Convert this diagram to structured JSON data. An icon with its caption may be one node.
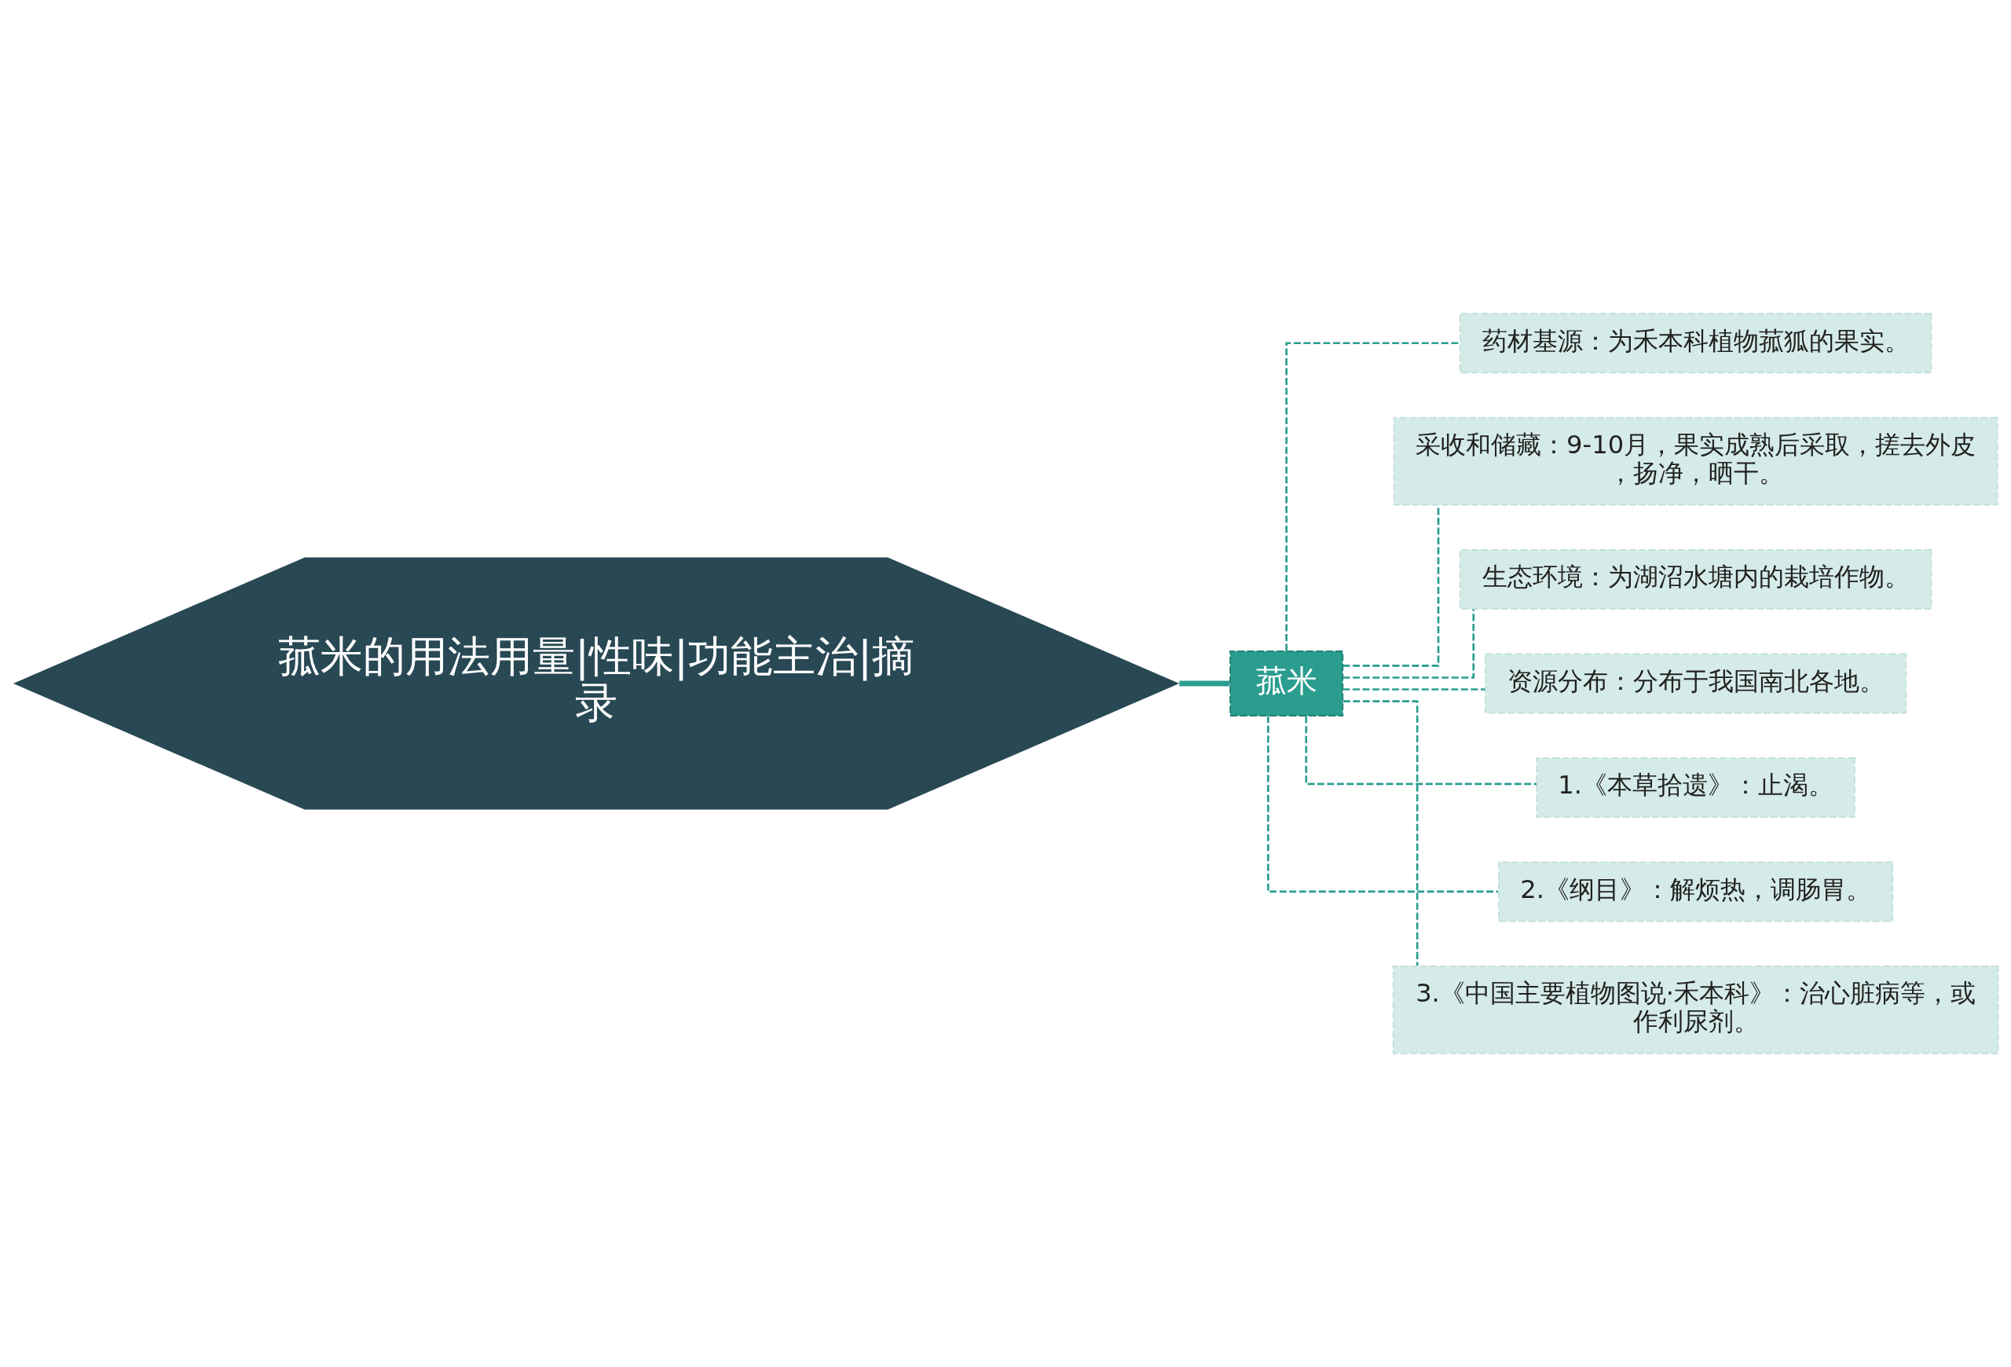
{
  "diagram": {
    "nodes": [
      {
        "text": [
          "菰米的用法用量|性味|功能主治|摘录"
        ]
      },
      {
        "text": [
          "菰米"
        ]
      },
      {
        "text": [
          "药材基源：为禾本科植物菰狐的果实。"
        ]
      },
      {
        "text": [
          "采收和储藏：9-10月，果实成熟后采取，搓去外皮，扬净，晒干。"
        ]
      },
      {
        "text": [
          "生态环境：为湖沼水塘内的栽培作物。"
        ]
      },
      {
        "text": [
          "资源分布：分布于我国南北各地。"
        ]
      },
      {
        "text": [
          "1.《本草拾遗》：止渴。"
        ]
      },
      {
        "text": [
          "2.《纲目》：解烦热，调肠胃。"
        ]
      },
      {
        "text": [
          "3.《中国主要植物图说·禾本科》：治心脏病等，或作利尿剂。"
        ]
      }
    ],
    "edges": [
      {
        "from": 0,
        "to": 1,
        "arrow": "none",
        "style": "thick"
      },
      {
        "from": 1,
        "to": 2,
        "arrow": "none",
        "style": "dashed"
      },
      {
        "from": 1,
        "to": 3,
        "arrow": "none",
        "style": "dashed"
      },
      {
        "from": 1,
        "to": 4,
        "arrow": "none",
        "style": "dashed"
      },
      {
        "from": 1,
        "to": 5,
        "arrow": "none",
        "style": "dashed"
      },
      {
        "from": 1,
        "to": 6,
        "arrow": "none",
        "style": "dashed"
      },
      {
        "from": 1,
        "to": 7,
        "arrow": "none",
        "style": "dashed"
      },
      {
        "from": 1,
        "to": 8,
        "arrow": "none",
        "style": "dashed"
      }
    ]
  }
}
